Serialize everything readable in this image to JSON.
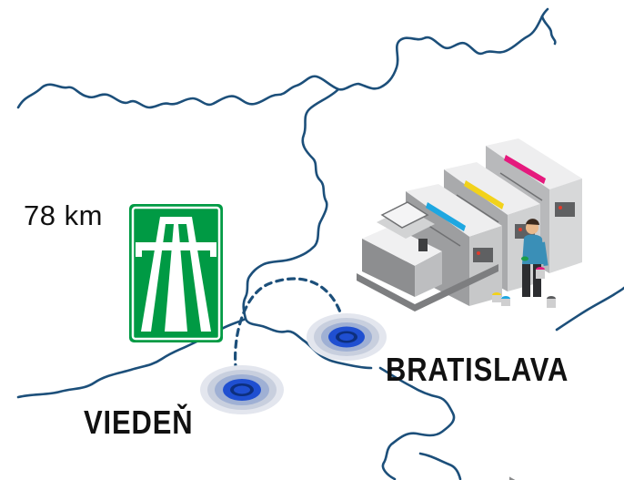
{
  "distance": {
    "label": "78 km"
  },
  "cities": [
    {
      "name": "VIEDEŇ"
    },
    {
      "name": "BRATISLAVA"
    }
  ],
  "icons": {
    "motorway_sign": "motorway-sign-icon",
    "printing_press": "printing-press-icon",
    "worker": "worker-icon",
    "location_pin": "location-pin-icon"
  },
  "colors": {
    "border": "#1c4f7a",
    "route": "#1c4f7a",
    "motorway_sign": "#009a44",
    "pin": "#1f4fd1",
    "press_body": "#c9cacb",
    "cyan_ink": "#1ea7e1",
    "yellow_ink": "#f2d21b",
    "magenta_ink": "#e5197d"
  }
}
